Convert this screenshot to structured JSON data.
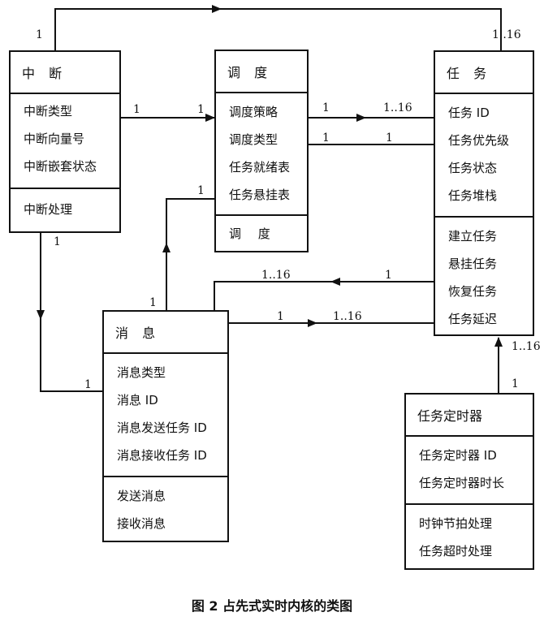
{
  "classes": {
    "interrupt": {
      "name": "中 断",
      "attributes": [
        "中断类型",
        "中断向量号",
        "中断嵌套状态"
      ],
      "operations": [
        "中断处理"
      ]
    },
    "scheduler": {
      "name": "调 度",
      "attributes": [
        "调度策略",
        "调度类型",
        "任务就绪表",
        "任务悬挂表"
      ],
      "operations": [
        "调 度"
      ]
    },
    "task": {
      "name": "任 务",
      "attributes": [
        "任务 ID",
        "任务优先级",
        "任务状态",
        "任务堆栈"
      ],
      "operations": [
        "建立任务",
        "悬挂任务",
        "恢复任务",
        "任务延迟"
      ]
    },
    "message": {
      "name": "消 息",
      "attributes": [
        "消息类型",
        "消息 ID",
        "消息发送任务 ID",
        "消息接收任务 ID"
      ],
      "operations": [
        "发送消息",
        "接收消息"
      ]
    },
    "timer": {
      "name": "任务定时器",
      "attributes": [
        "任务定时器 ID",
        "任务定时器时长"
      ],
      "operations": [
        "时钟节拍处理",
        "任务超时处理"
      ]
    }
  },
  "multiplicities": {
    "interrupt_task_src": "1",
    "interrupt_task_dst": "1..16",
    "interrupt_sched_src": "1",
    "interrupt_sched_dst": "1",
    "sched_task_src": "1",
    "sched_task_dst": "1..16",
    "task_sched_dst": "1",
    "task_sched_src": "1",
    "msg_sched_dst": "1",
    "msg_sched_src": "1",
    "task_msg_dst": "1..16",
    "task_msg_src": "1",
    "msg_task_src": "1",
    "msg_task_dst": "1..16",
    "interrupt_msg_src": "1",
    "interrupt_msg_dst": "1",
    "timer_task_dst": "1..16",
    "timer_task_src": "1"
  },
  "caption": "图 2   占先式实时内核的类图"
}
